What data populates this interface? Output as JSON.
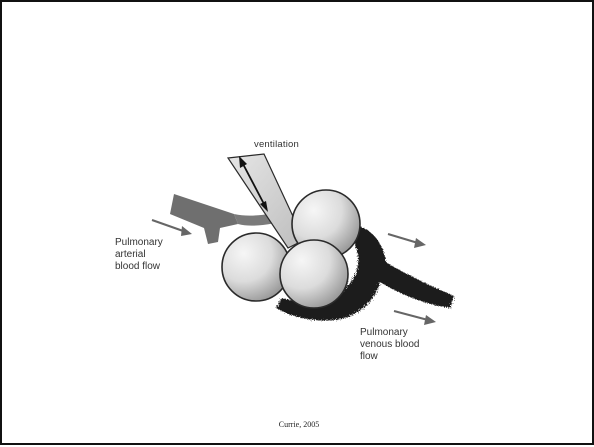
{
  "labels": {
    "ventilation": "ventilation",
    "arterial": "Pulmonary\narterial\nblood flow",
    "venous": "Pulmonary\nvenous blood\nflow"
  },
  "citation": "Currie, 2005",
  "colors": {
    "frame": "#111111",
    "arterial_vessel": "#6f6f6f",
    "venous_vessel": "#1e1e1e",
    "alveolus_light": "#f4f4f4",
    "alveolus_dark": "#9a9a9a",
    "airway": "#d2d2d2",
    "arrow": "#666666"
  }
}
